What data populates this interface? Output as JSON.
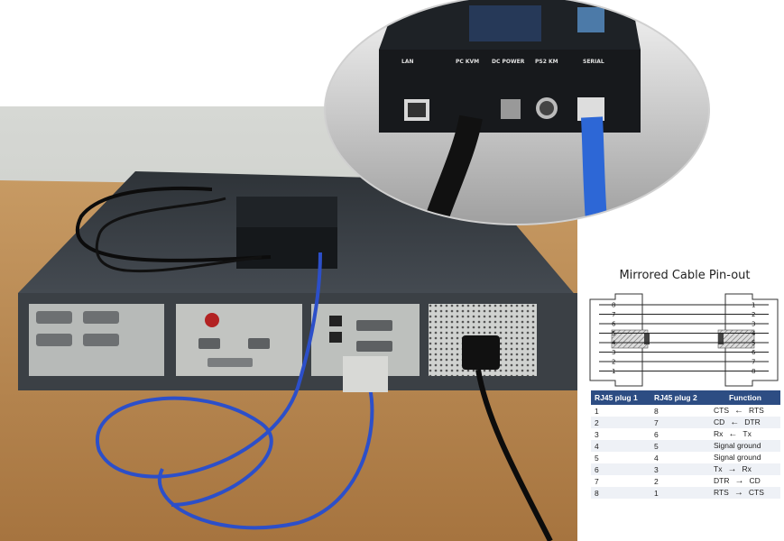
{
  "device_ports": {
    "lan": "LAN",
    "pc_kvm": "PC KVM",
    "dc_power": "DC POWER",
    "ps2_km": "PS2 KM",
    "serial": "SERIAL"
  },
  "pinout": {
    "title": "Mirrored Cable Pin-out",
    "left_pins": [
      "8",
      "7",
      "6",
      "5",
      "4",
      "3",
      "2",
      "1"
    ],
    "right_pins": [
      "1",
      "2",
      "3",
      "4",
      "5",
      "6",
      "7",
      "8"
    ],
    "headers": [
      "RJ45 plug 1",
      "RJ45 plug 2",
      "Function"
    ],
    "rows": [
      {
        "p1": "1",
        "p2": "8",
        "a": "CTS",
        "arrow": "←",
        "b": "RTS"
      },
      {
        "p1": "2",
        "p2": "7",
        "a": "CD",
        "arrow": "←",
        "b": "DTR"
      },
      {
        "p1": "3",
        "p2": "6",
        "a": "Rx",
        "arrow": "←",
        "b": "Tx"
      },
      {
        "p1": "4",
        "p2": "5",
        "a": "Signal ground",
        "arrow": "",
        "b": ""
      },
      {
        "p1": "5",
        "p2": "4",
        "a": "Signal ground",
        "arrow": "",
        "b": ""
      },
      {
        "p1": "6",
        "p2": "3",
        "a": "Tx",
        "arrow": "→",
        "b": "Rx"
      },
      {
        "p1": "7",
        "p2": "2",
        "a": "DTR",
        "arrow": "→",
        "b": "CD"
      },
      {
        "p1": "8",
        "p2": "1",
        "a": "RTS",
        "arrow": "→",
        "b": "CTS"
      }
    ]
  }
}
